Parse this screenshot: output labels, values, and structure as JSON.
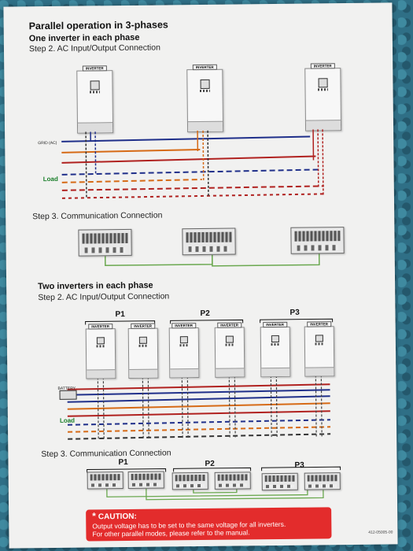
{
  "title": "Parallel operation in 3-phases",
  "section1": {
    "heading": "One inverter in each phase",
    "step2": "Step 2. AC Input/Output Connection",
    "step3": "Step 3. Communication Connection",
    "inverter_label": "INVERTER",
    "grid_label": "GRID (AC)",
    "load_label": "Load"
  },
  "section2": {
    "heading": "Two inverters in each phase",
    "step2": "Step 2. AC Input/Output Connection",
    "step3": "Step 3. Communication Connection",
    "groups": [
      "P1",
      "P2",
      "P3"
    ],
    "battery_label": "BATTERY",
    "load_label": "Load"
  },
  "caution": {
    "title": "CAUTION:",
    "line1": "Output voltage has to be set to the same voltage for all inverters.",
    "line2": "For other parallel modes, please refer to the manual."
  },
  "doc_code": "412-05005-00",
  "colors": {
    "wire_l1": "#1f2f8a",
    "wire_l2": "#d66a16",
    "wire_l3": "#b0211f",
    "comm": "#6aa84f",
    "caution": "#e32c2c"
  }
}
